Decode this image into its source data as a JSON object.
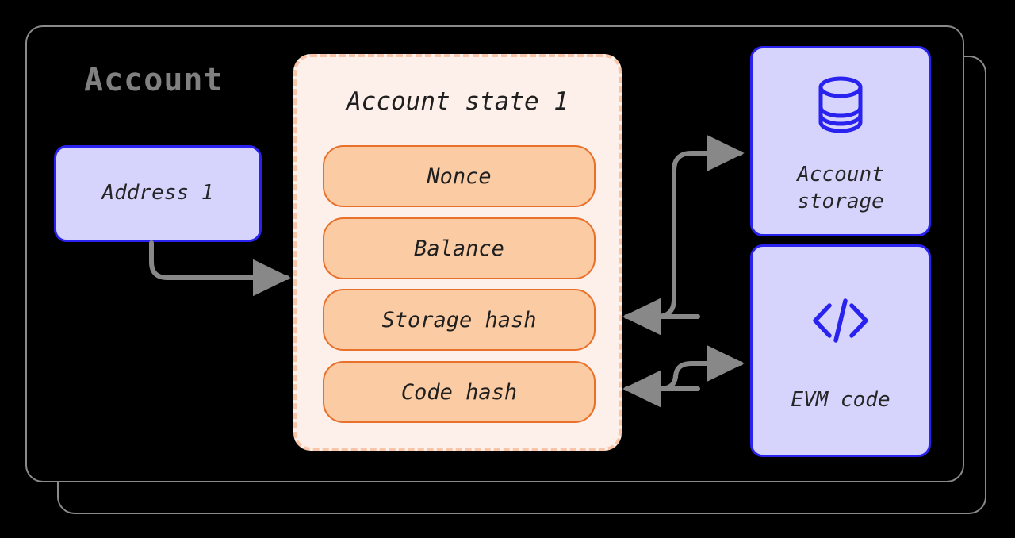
{
  "diagram": {
    "title": "Account",
    "nodes": {
      "address": {
        "label": "Address 1"
      },
      "account_state": {
        "title": "Account state 1",
        "fields": [
          {
            "label": "Nonce"
          },
          {
            "label": "Balance"
          },
          {
            "label": "Storage hash"
          },
          {
            "label": "Code hash"
          }
        ]
      },
      "account_storage": {
        "label_line1": "Account",
        "label_line2": "storage",
        "icon": "database-icon"
      },
      "evm_code": {
        "label": "EVM code",
        "icon": "code-brackets-icon"
      }
    },
    "edges": [
      {
        "name": "address-to-account-state",
        "from": "Address 1",
        "to": "Account state 1"
      },
      {
        "name": "storage-hash-to-account-storage",
        "from": "Storage hash",
        "to": "Account storage"
      },
      {
        "name": "account-storage-to-storage-hash",
        "from": "Account storage",
        "to": "Storage hash"
      },
      {
        "name": "code-hash-to-evm-code",
        "from": "Code hash",
        "to": "EVM code"
      },
      {
        "name": "evm-code-to-code-hash",
        "from": "EVM code",
        "to": "Code hash"
      }
    ],
    "colors": {
      "background": "#000000",
      "frame_stroke": "#8a8a8a",
      "title_text": "#808080",
      "purple_fill": "#d6d4fc",
      "purple_stroke": "#2a22ef",
      "panel_fill": "#fdefe9",
      "panel_dash": "#f9c5a8",
      "field_fill": "#fbcba4",
      "field_stroke": "#e8702a",
      "arrow": "#888888"
    }
  }
}
